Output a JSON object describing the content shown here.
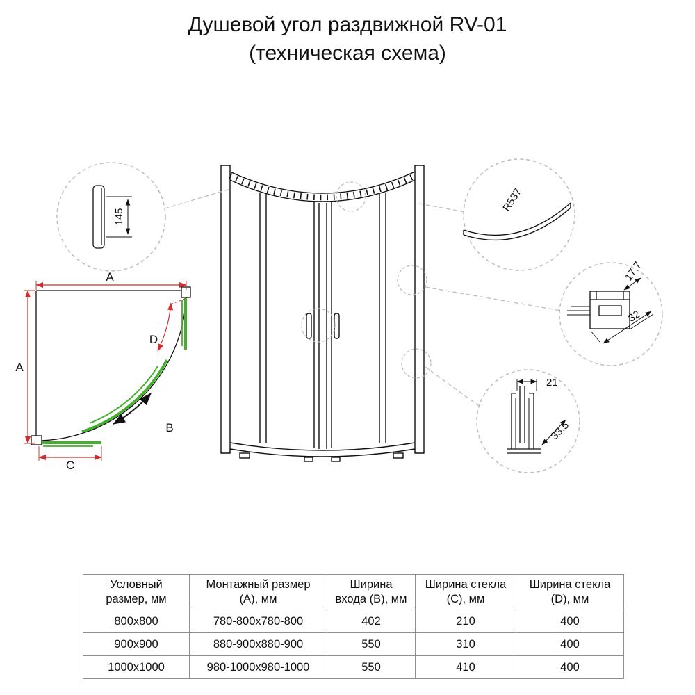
{
  "title": {
    "line1": "Душевой угол раздвижной RV-01",
    "line2": "(техническая схема)"
  },
  "diagram": {
    "dimensions": {
      "wall_profile_height": "145",
      "front_radius": "R537",
      "top_profile_depth": "17.7",
      "top_profile_width": "32",
      "bottom_guide_width": "21",
      "bottom_guide_depth": "33.5"
    },
    "plan_labels": {
      "a_top": "A",
      "a_left": "A",
      "b": "B",
      "c": "C",
      "d": "D"
    },
    "colors": {
      "line_black": "#111111",
      "dimension_red": "#d22b2b",
      "glass_green": "#43b02a",
      "detail_circle_gray": "#bdbdbd"
    }
  },
  "table": {
    "headers": [
      "Условный размер, мм",
      "Монтажный размер (А), мм",
      "Ширина входа (B), мм",
      "Ширина стекла (C), мм",
      "Ширина стекла (D), мм"
    ],
    "rows": [
      [
        "800x800",
        "780-800x780-800",
        "402",
        "210",
        "400"
      ],
      [
        "900x900",
        "880-900x880-900",
        "550",
        "310",
        "400"
      ],
      [
        "1000x1000",
        "980-1000x980-1000",
        "550",
        "410",
        "400"
      ]
    ]
  }
}
